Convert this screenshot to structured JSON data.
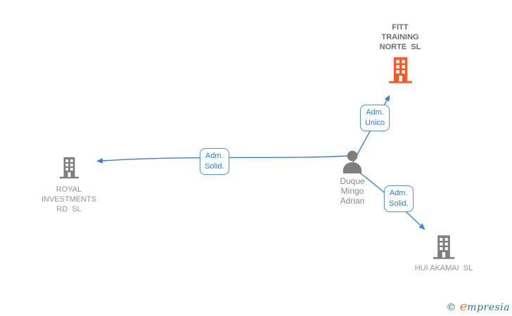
{
  "diagram": {
    "nodes": {
      "fitt": {
        "type": "company",
        "highlighted": true,
        "lines": [
          "FITT",
          "TRAINING",
          "NORTE  SL"
        ]
      },
      "royal": {
        "type": "company",
        "highlighted": false,
        "lines": [
          "ROYAL",
          "INVESTMENTS",
          "RD  SL"
        ]
      },
      "hui": {
        "type": "company",
        "highlighted": false,
        "lines": [
          "HUI AKAMAI  SL"
        ]
      },
      "person": {
        "type": "person",
        "lines": [
          "Duque",
          "Mingo",
          "Adrian"
        ]
      }
    },
    "edges": [
      {
        "from": "person",
        "to": "fitt",
        "label_lines": [
          "Adm.",
          "Unico"
        ]
      },
      {
        "from": "person",
        "to": "royal",
        "label_lines": [
          "Adm.",
          "Solid."
        ]
      },
      {
        "from": "person",
        "to": "hui",
        "label_lines": [
          "Adm.",
          "Solid."
        ]
      }
    ]
  },
  "colors": {
    "edge_blue": "#3c7fe1",
    "label_border_blue": "#5b94e3",
    "label_text_blue": "#2e7cea",
    "company_icon_gray": "#7e7e7e",
    "company_icon_orange": "#f15b2b",
    "company_text_gray": "#949494",
    "main_company_text_gray": "#6b6b6b",
    "person_text_gray": "#8a8a8a",
    "watermark_teal": "#1d7f91",
    "watermark_orange": "#f07d1e"
  },
  "footer": {
    "copyright": "©",
    "brand_script": "e",
    "brand_rest": "mpresia"
  }
}
